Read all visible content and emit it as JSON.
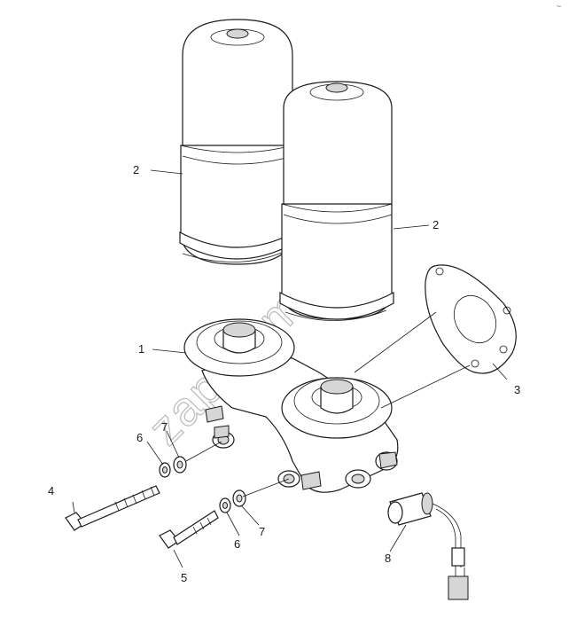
{
  "callouts": {
    "c1": "1",
    "c2a": "2",
    "c2b": "2",
    "c3": "3",
    "c4": "4",
    "c5": "5",
    "c6a": "6",
    "c6b": "6",
    "c7a": "7",
    "c7b": "7",
    "c8": "8"
  },
  "watermark": "zap-kam.ru",
  "corner_mark": "~"
}
